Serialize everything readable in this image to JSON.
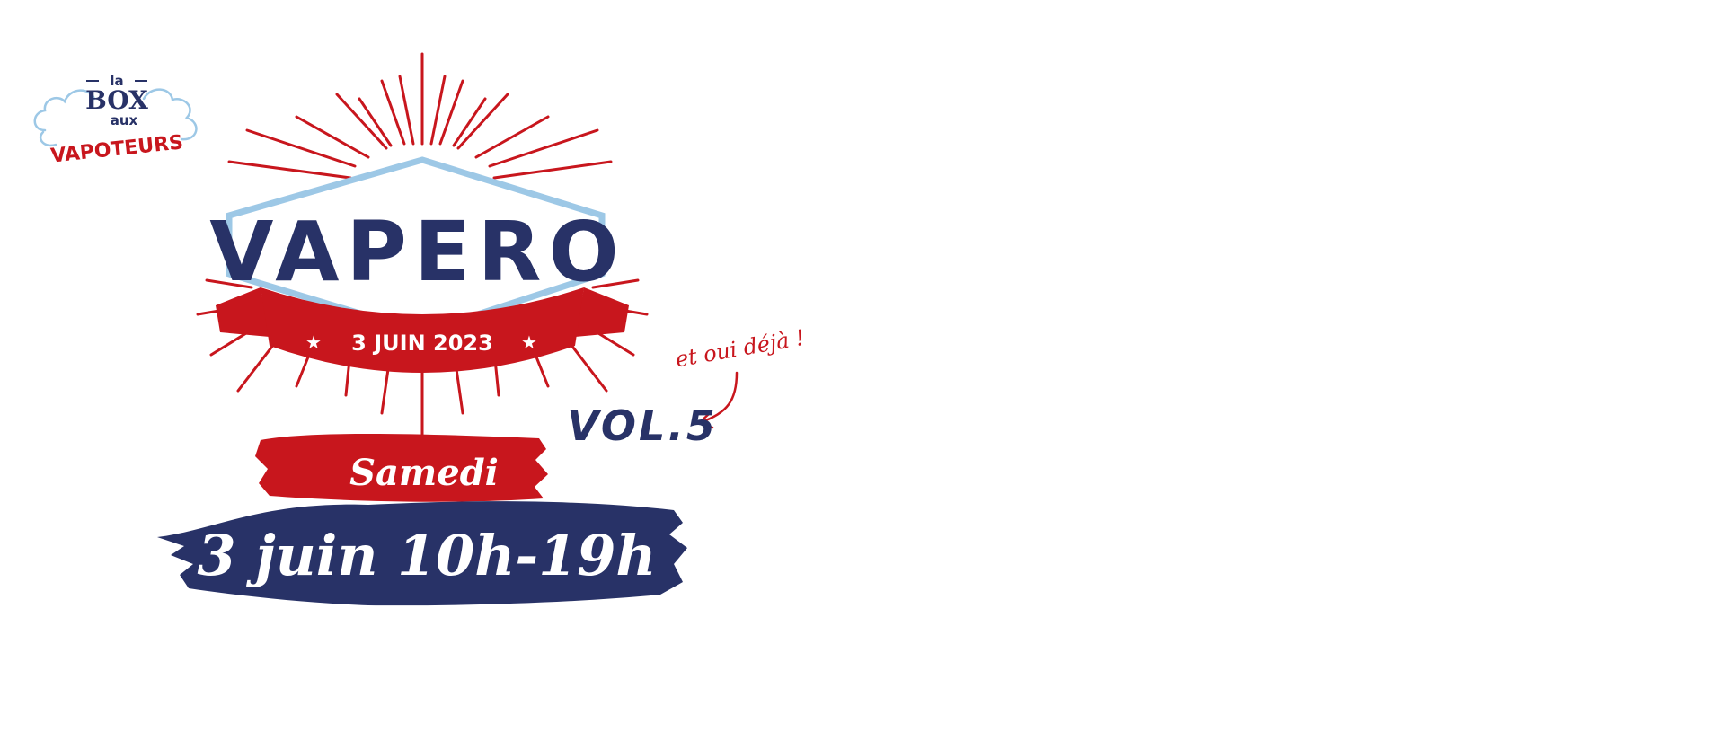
{
  "brand": {
    "line1": "la",
    "line2": "BOX",
    "line3": "aux",
    "line4": "VAPOTEURS"
  },
  "event": {
    "title": "VAPERO",
    "ribbon_date": "3 JUIN 2023",
    "day": "Samedi",
    "datetime": "3 juin 10h-19h",
    "note": "et oui déjà !",
    "volume": "VOL.5"
  },
  "colors": {
    "navy": "#283267",
    "red": "#c8161d",
    "light_blue": "#9dc8e6",
    "white": "#ffffff"
  }
}
